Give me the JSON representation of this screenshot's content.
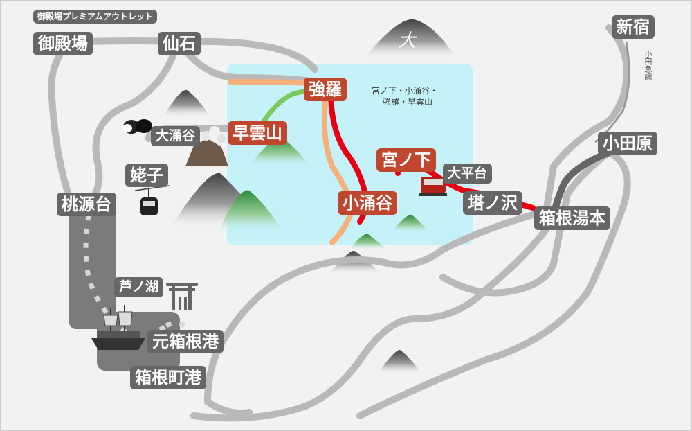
{
  "stations": {
    "gotemba_outlet": "御殿場プレミアムアウトレット",
    "gotemba": "御殿場",
    "sengoku": "仙石",
    "shinjuku": "新宿",
    "gora": "強羅",
    "sounzan": "早雲山",
    "owakudani": "大涌谷",
    "ubako": "姥子",
    "togendai": "桃源台",
    "miyanoshita": "宮ノ下",
    "odawara": "小田原",
    "ohiradai": "大平台",
    "kowakudani": "小涌谷",
    "tonosawa": "塔ノ沢",
    "hakone_yumoto": "箱根湯本",
    "lake": "芦ノ湖",
    "motohakone": "元箱根港",
    "hakonemachi": "箱根町港"
  },
  "labels": {
    "area_note_1": "宮ノ下・小涌谷・",
    "area_note_2": "強羅・早雲山",
    "odakyu_line": "小田急線",
    "mountain_kanji": "大"
  },
  "colors": {
    "background": "#f2f2f2",
    "road": "#b9b9b9",
    "highlight_area": "#c4f2f8",
    "tozan_railway": "#e60012",
    "cable_car": "#7ac95c",
    "orange_road": "#f5b17b",
    "station_label": "#666666",
    "station_label_red": "#c0462e",
    "lake": "#7b7b7b"
  },
  "icons": [
    "mountain-icon",
    "black-egg-icon",
    "volcano-icon",
    "ropeway-gondola-icon",
    "torii-gate-icon",
    "pirate-ship-icon",
    "tozan-train-icon"
  ]
}
